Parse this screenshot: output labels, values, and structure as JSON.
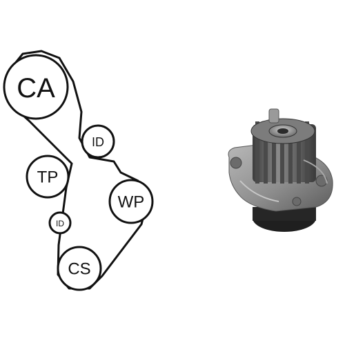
{
  "belt_diagram": {
    "pulleys": [
      {
        "key": "ca",
        "label": "CA"
      },
      {
        "key": "id1",
        "label": "ID"
      },
      {
        "key": "tp",
        "label": "TP"
      },
      {
        "key": "wp",
        "label": "WP"
      },
      {
        "key": "id2",
        "label": "ID"
      },
      {
        "key": "cs",
        "label": "CS"
      }
    ]
  },
  "product": {
    "icon": "water-pump-photo",
    "colors": {
      "body": "#8e8e8e",
      "gear": "#5a5a5a",
      "dark": "#2b2b2b"
    }
  }
}
